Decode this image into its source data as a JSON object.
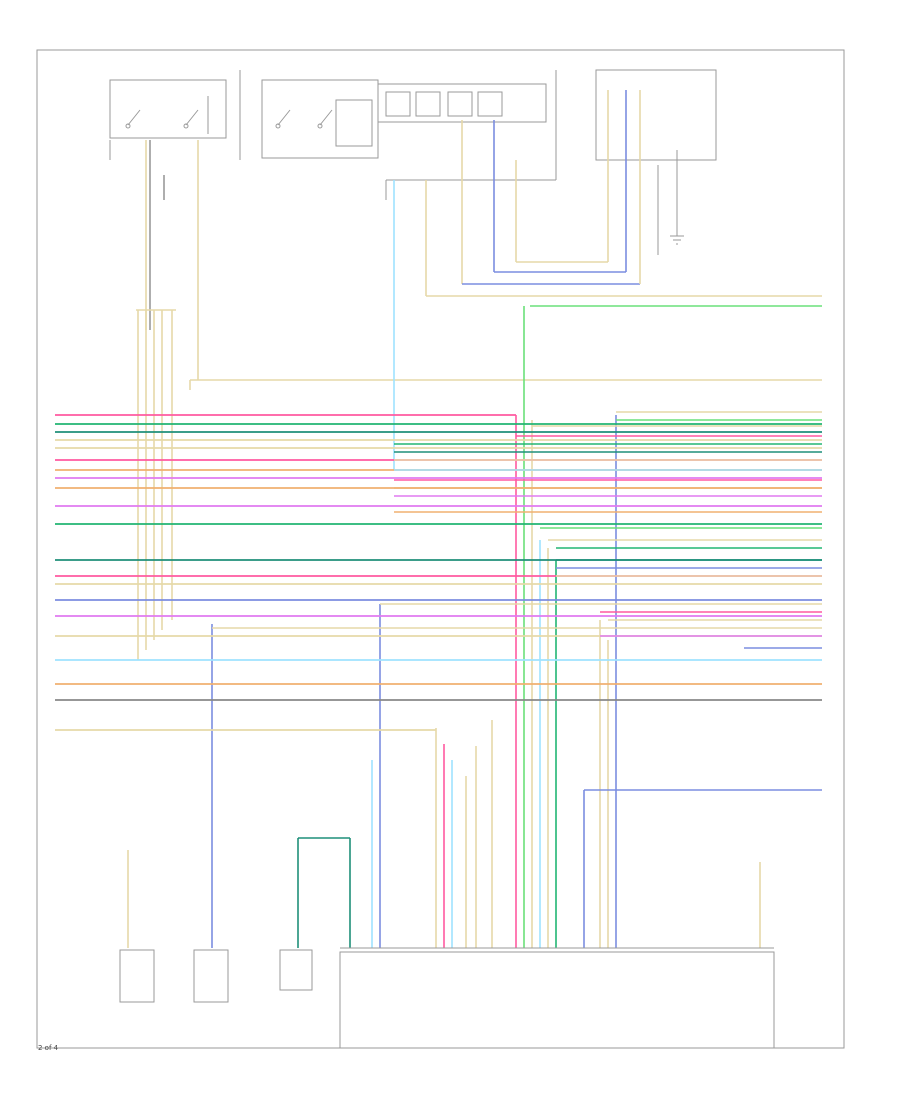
{
  "page": {
    "number": "2 of 4"
  },
  "colors": {
    "frame": "#999999",
    "tan": "#e6d9a8",
    "pink": "#ff5aa0",
    "green": "#22b573",
    "teal": "#1f8f7a",
    "orange": "#f0b070",
    "blue": "#7b8de0",
    "light_blue": "#9fe3ff",
    "light_green": "#6ae07a",
    "violet": "#e07af0",
    "brown": "#a08060",
    "gray": "#888888"
  },
  "left_wires": [
    {
      "color": "pink"
    },
    {
      "color": "green"
    },
    {
      "color": "teal"
    },
    {
      "color": "tan"
    },
    {
      "color": "tan"
    },
    {
      "color": "pink"
    },
    {
      "color": "orange"
    },
    {
      "color": "violet"
    },
    {
      "color": "orange"
    },
    {
      "color": "violet"
    },
    {
      "color": "green"
    },
    {
      "color": "teal"
    },
    {
      "color": "pink"
    },
    {
      "color": "tan"
    },
    {
      "color": "blue"
    },
    {
      "color": "violet"
    },
    {
      "color": "tan"
    },
    {
      "color": "light_blue"
    },
    {
      "color": "orange"
    },
    {
      "color": "gray"
    },
    {
      "color": "tan"
    }
  ],
  "right_wires": [
    {
      "color": "tan"
    },
    {
      "color": "light_green"
    },
    {
      "color": "tan"
    },
    {
      "color": "pink"
    },
    {
      "color": "green"
    },
    {
      "color": "teal"
    },
    {
      "color": "tan"
    },
    {
      "color": "light_blue"
    },
    {
      "color": "pink"
    },
    {
      "color": "orange"
    },
    {
      "color": "violet"
    },
    {
      "color": "orange"
    },
    {
      "color": "light_green"
    },
    {
      "color": "tan"
    },
    {
      "color": "green"
    },
    {
      "color": "teal"
    },
    {
      "color": "blue"
    },
    {
      "color": "tan"
    },
    {
      "color": "tan"
    },
    {
      "color": "pink"
    },
    {
      "color": "tan"
    },
    {
      "color": "tan"
    },
    {
      "color": "violet"
    },
    {
      "color": "blue"
    },
    {
      "color": "blue"
    }
  ]
}
